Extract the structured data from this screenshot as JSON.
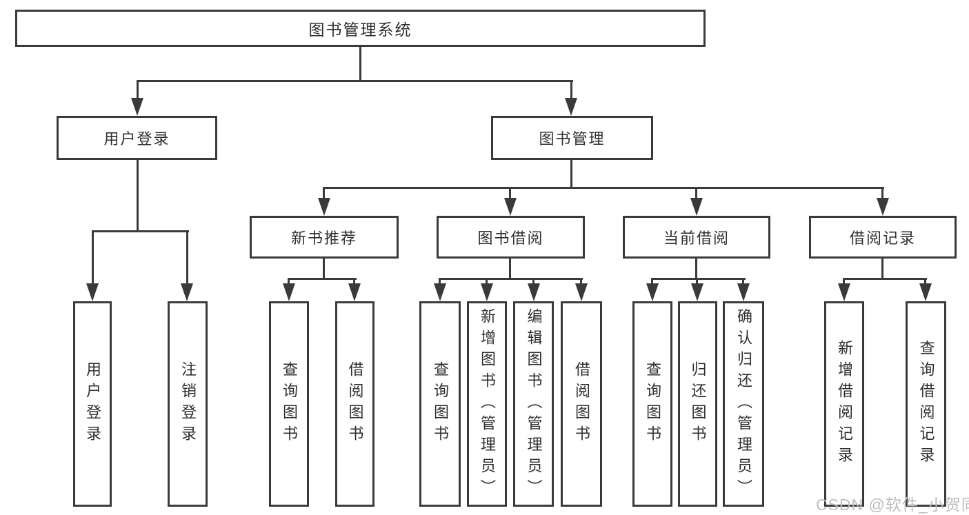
{
  "diagram": {
    "root": {
      "label": "图书管理系统"
    },
    "level2": [
      {
        "label": "用户登录",
        "children": [
          {
            "label": "用户登录"
          },
          {
            "label": "注销登录"
          }
        ]
      },
      {
        "label": "图书管理",
        "children": [
          {
            "label": "新书推荐",
            "children": [
              {
                "label": "查询图书"
              },
              {
                "label": "借阅图书"
              }
            ]
          },
          {
            "label": "图书借阅",
            "children": [
              {
                "label": "查询图书"
              },
              {
                "label": "新增图书（管理员）"
              },
              {
                "label": "编辑图书（管理员）"
              },
              {
                "label": "借阅图书"
              }
            ]
          },
          {
            "label": "当前借阅",
            "children": [
              {
                "label": "查询图书"
              },
              {
                "label": "归还图书"
              },
              {
                "label": "确认归还（管理员）"
              }
            ]
          },
          {
            "label": "借阅记录",
            "children": [
              {
                "label": "新增借阅记录"
              },
              {
                "label": "查询借阅记录"
              }
            ]
          }
        ]
      }
    ]
  },
  "watermark": {
    "text": "CSDN @软件_小贺同学"
  },
  "colors": {
    "line": "#3a3a3a",
    "text": "#2f2f2f",
    "watermark": "#bdbdbd",
    "background": "#ffffff"
  }
}
